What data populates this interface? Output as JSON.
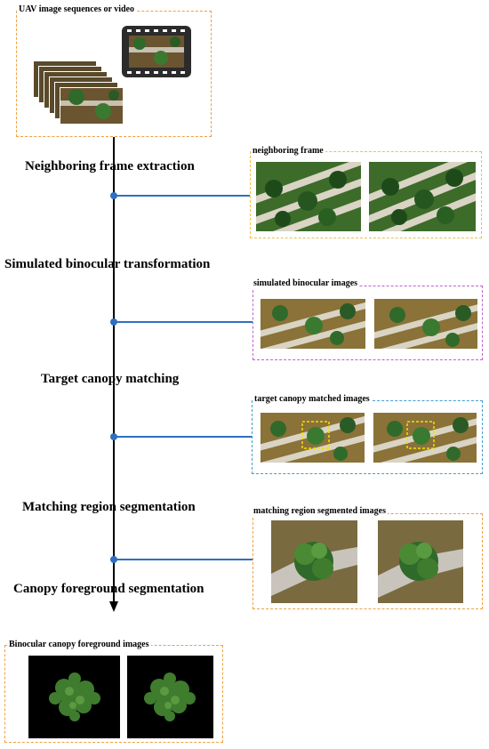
{
  "input_box": {
    "label": "UAV image sequences or video"
  },
  "steps": [
    {
      "label": "Neighboring frame extraction"
    },
    {
      "label": "Simulated binocular transformation"
    },
    {
      "label": "Target canopy matching"
    },
    {
      "label": "Matching region segmentation"
    },
    {
      "label": "Canopy foreground segmentation"
    }
  ],
  "outputs": [
    {
      "label": "neighboring frame",
      "color": "#f0c040"
    },
    {
      "label": "simulated binocular images",
      "color": "#c060d0"
    },
    {
      "label": "target canopy matched images",
      "color": "#40a0d0"
    },
    {
      "label": "matching region segmented images",
      "color": "#f0a040"
    }
  ],
  "final_box": {
    "label": "Binocular canopy foreground images",
    "color": "#f0a040"
  },
  "connector_color": "#2f6fc0",
  "input_box_color": "#f0a040"
}
